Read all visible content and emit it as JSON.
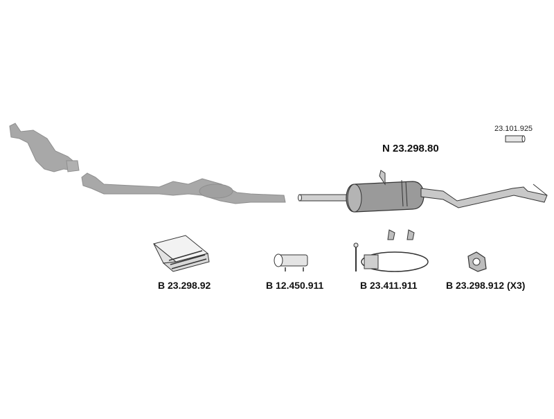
{
  "diagram": {
    "main_part": {
      "code": "N 23.298.80"
    },
    "small_part": {
      "code": "23.101.925"
    },
    "accessories": [
      {
        "code": "B 23.298.92"
      },
      {
        "code": "B 12.450.911"
      },
      {
        "code": "B 23.411.911"
      },
      {
        "code": "B 23.298.912 (X3)"
      }
    ],
    "colors": {
      "inactive_parts": "#a8a8a8",
      "active_parts": "#b8b8b8",
      "outline": "#333333",
      "background": "#ffffff"
    }
  }
}
